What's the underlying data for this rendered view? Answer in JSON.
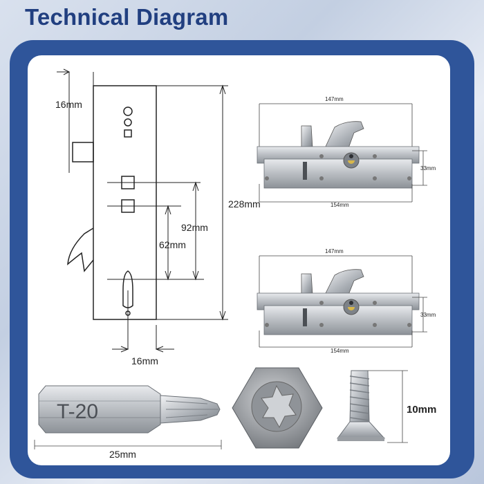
{
  "header": {
    "title": "Technical Diagram"
  },
  "colors": {
    "frame": "#2f559a",
    "title": "#213f80",
    "panel": "#ffffff"
  },
  "faceplate": {
    "dim_top_width": "16mm",
    "dim_total_height": "228mm",
    "dim_92": "92mm",
    "dim_62": "62mm",
    "dim_bottom_width": "16mm"
  },
  "gearbox_top": {
    "length_top": "147mm",
    "length_bottom": "154mm",
    "height": "33mm"
  },
  "gearbox_bottom": {
    "length_top": "147mm",
    "length_bottom": "154mm",
    "height": "33mm"
  },
  "bit": {
    "marking": "T-20",
    "length": "25mm"
  },
  "screw": {
    "length": "10mm"
  }
}
